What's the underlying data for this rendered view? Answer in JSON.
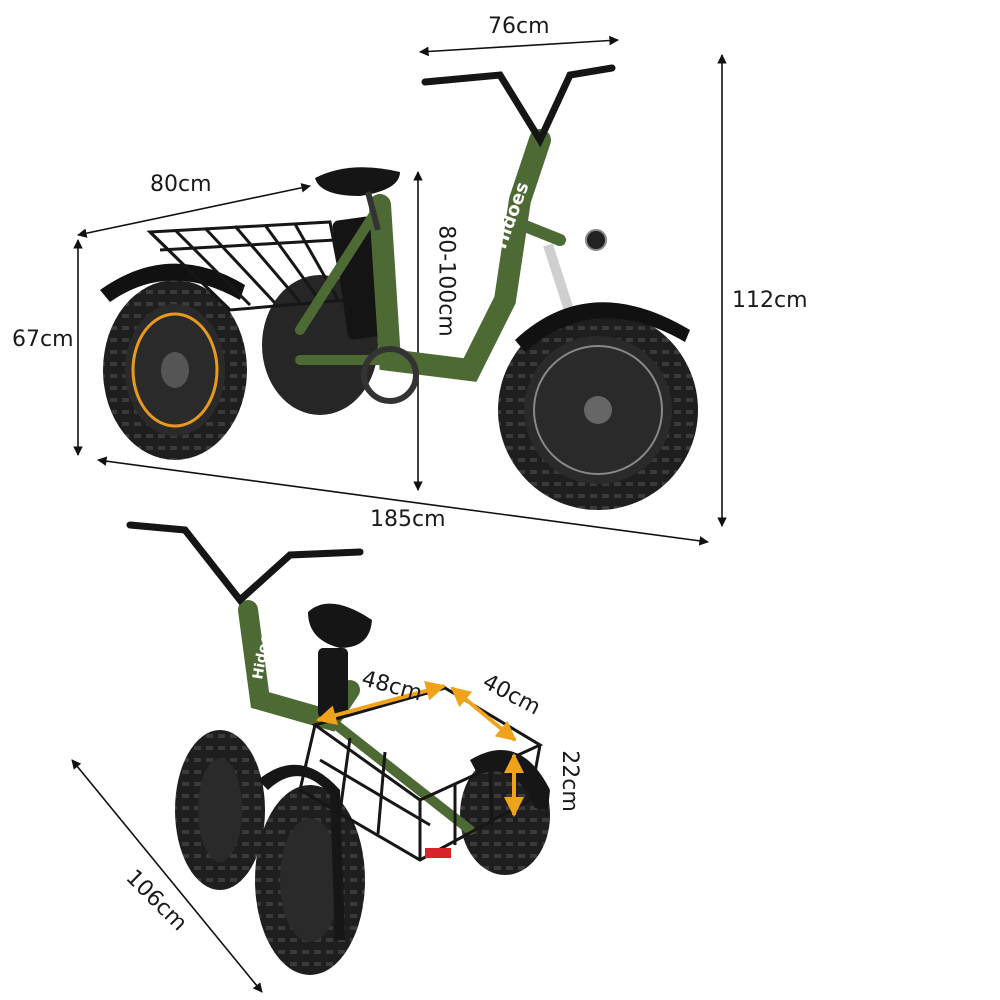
{
  "dimensions": {
    "handlebar_width": "76cm",
    "rear_width": "80cm",
    "seat_height": "80-100cm",
    "overall_height": "112cm",
    "rear_height": "67cm",
    "overall_length": "185cm",
    "basket_length": "48cm",
    "basket_width": "40cm",
    "basket_height": "22cm",
    "rear_track": "106cm"
  },
  "brand": "Hidoes",
  "colors": {
    "frame": "#4e6a34",
    "frame_dark": "#34491f",
    "tire": "#1e1e1e",
    "tread": "#3a3a3a",
    "rim_accent": "#e89a1c",
    "basket": "#161616",
    "highlight_arrow": "#f0a21a",
    "dimension_line": "#111111"
  }
}
